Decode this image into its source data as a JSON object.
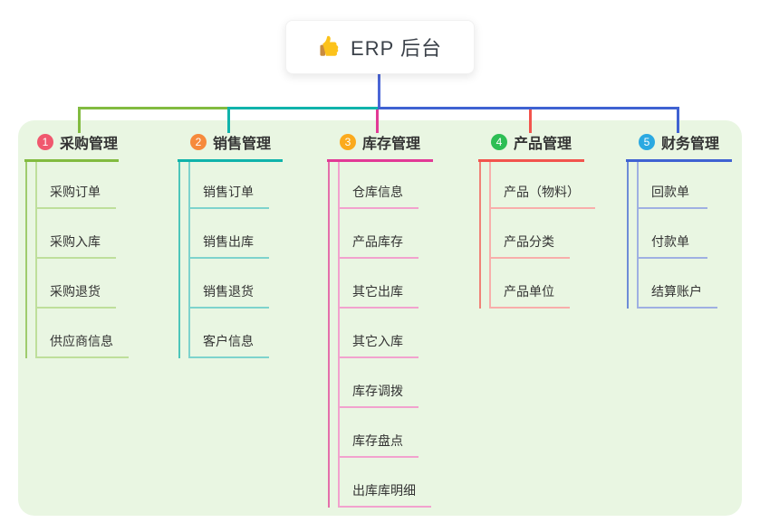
{
  "root": {
    "label": "ERP 后台",
    "icon": "thumbs-up-icon"
  },
  "canvas": {
    "background": "#ffffff",
    "container_background": "#e9f6e2"
  },
  "connector": {
    "trunk_color": "#4b66d6"
  },
  "branches": [
    {
      "number": "1",
      "title": "采购管理",
      "badge_color": "#f0586e",
      "line_color": "#82bb40",
      "light_color": "#bedf9b",
      "children": [
        "采购订单",
        "采购入库",
        "采购退货",
        "供应商信息"
      ]
    },
    {
      "number": "2",
      "title": "销售管理",
      "badge_color": "#f68a3c",
      "line_color": "#10b3ab",
      "light_color": "#7ed3cd",
      "children": [
        "销售订单",
        "销售出库",
        "销售退货",
        "客户信息"
      ]
    },
    {
      "number": "3",
      "title": "库存管理",
      "badge_color": "#fbaa1d",
      "line_color": "#e23a96",
      "light_color": "#f2a2ce",
      "children": [
        "仓库信息",
        "产品库存",
        "其它出库",
        "其它入库",
        "库存调拨",
        "库存盘点",
        "出库库明细"
      ]
    },
    {
      "number": "4",
      "title": "产品管理",
      "badge_color": "#2dbe54",
      "line_color": "#f2544d",
      "light_color": "#f8aeab",
      "children": [
        "产品（物料）",
        "产品分类",
        "产品单位"
      ]
    },
    {
      "number": "5",
      "title": "财务管理",
      "badge_color": "#2ba9e1",
      "line_color": "#3f62d2",
      "light_color": "#9fb0e2",
      "children": [
        "回款单",
        "付款单",
        "结算账户"
      ]
    }
  ]
}
